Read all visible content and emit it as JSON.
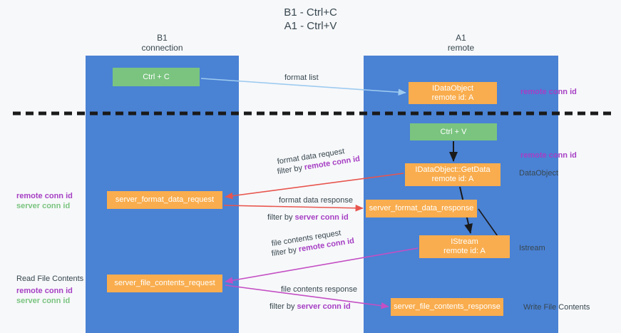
{
  "title": "B1 - Ctrl+C\nA1 - Ctrl+V",
  "lanes": [
    {
      "id": "b1",
      "header": "B1\nconnection"
    },
    {
      "id": "a1",
      "header": "A1\nremote"
    }
  ],
  "nodes": {
    "ctrl_c": {
      "label": "Ctrl + C",
      "sub": "",
      "color": "#7ac47f"
    },
    "idataobject": {
      "label": "IDataObject",
      "sub": "remote id: A",
      "color": "#f9ad4e"
    },
    "ctrl_v": {
      "label": "Ctrl + V",
      "sub": "",
      "color": "#7ac47f"
    },
    "getdata": {
      "label": "IDataObject::GetData",
      "sub": "remote id: A",
      "color": "#f9ad4e"
    },
    "fmt_req": {
      "label": "server_format_data_request",
      "sub": "",
      "color": "#f9ad4e"
    },
    "fmt_resp": {
      "label": "server_format_data_response",
      "sub": "",
      "color": "#f9ad4e"
    },
    "istream": {
      "label": "IStream",
      "sub": "remote id: A",
      "color": "#f9ad4e"
    },
    "file_req": {
      "label": "server_file_contents_request",
      "sub": "",
      "color": "#f9ad4e"
    },
    "file_resp": {
      "label": "server_file_contents_response",
      "sub": "",
      "color": "#f9ad4e"
    }
  },
  "annotations": {
    "format_list": "format list",
    "remote_conn_id_1": "remote conn id",
    "remote_conn_id_2": "remote conn id",
    "dataobject": "DataObject",
    "istream": "Istream",
    "write_file_contents": "Write File Contents",
    "read_file_contents": "Read File Contents",
    "format_data_request": "format data request",
    "filter_by_label": "filter by ",
    "remote_conn_id": "remote conn id",
    "server_conn_id": "server conn id",
    "format_data_response": "format data response",
    "file_contents_request": "file contents request",
    "file_contents_response": "file contents response"
  },
  "colors": {
    "lane": "#4a82d4",
    "green_node": "#7ac47f",
    "orange_node": "#f9ad4e",
    "purple_text": "#a63fc4",
    "green_text": "#7ac47f",
    "red_arrow": "#e8554e",
    "magenta_arrow": "#c44fc4",
    "blue_arrow": "#9ecbf0",
    "dark_arrow": "#1a1a1a",
    "background": "#f7f8fa"
  }
}
